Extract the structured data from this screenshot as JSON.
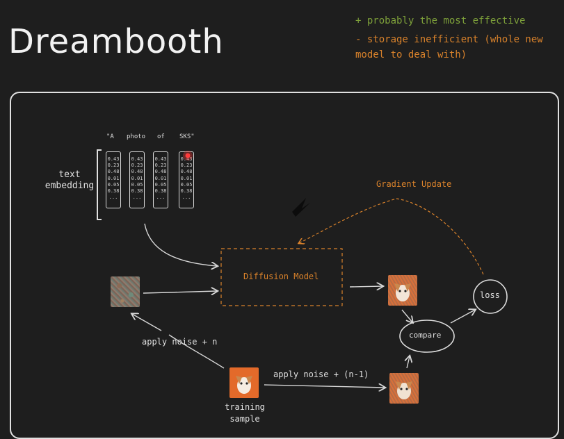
{
  "title": "Dreambooth",
  "pros": "+ probably the most effective",
  "cons": "- storage inefficient (whole new model to deal with)",
  "prompt_words": [
    "\"A",
    "photo",
    "of",
    "SKS\""
  ],
  "vector_values": [
    "0.43",
    "0.23",
    "0.48",
    "0.01",
    "0.05",
    "0.38",
    "..."
  ],
  "text_embedding_label": "text embedding",
  "diffusion_model_label": "Diffusion Model",
  "gradient_update_label": "Gradient Update",
  "loss_label": "loss",
  "compare_label": "compare",
  "apply_noise_n": "apply noise + n",
  "apply_noise_n_minus_1": "apply noise + (n-1)",
  "training_sample_label": "training sample",
  "colors": {
    "background": "#1e1e1e",
    "pros": "#7ea13a",
    "cons": "#d9822b",
    "accent_orange": "#d9822b",
    "highlight_red": "#ff3b3b"
  }
}
